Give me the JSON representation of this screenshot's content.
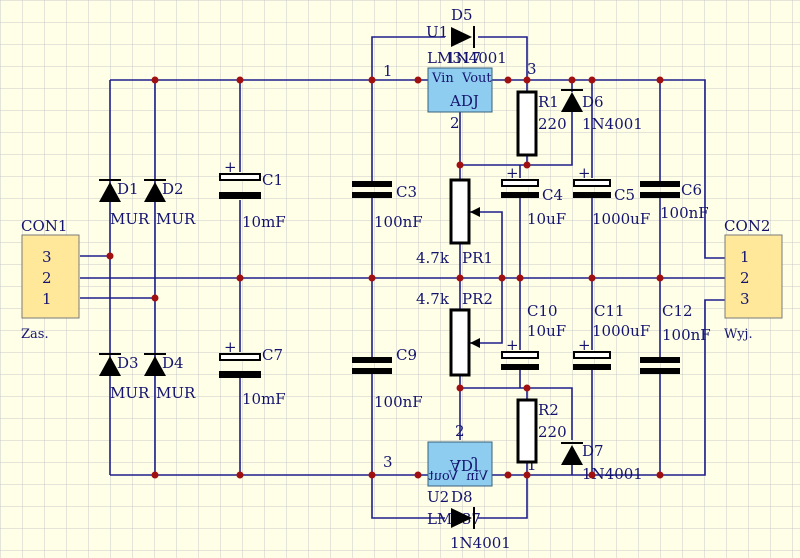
{
  "connectors": {
    "con1": {
      "ref": "CON1",
      "pins": [
        "3",
        "2",
        "1"
      ],
      "name": "Zas."
    },
    "con2": {
      "ref": "CON2",
      "pins": [
        "1",
        "2",
        "3"
      ],
      "name": "Wyj."
    }
  },
  "diodes": {
    "d1": {
      "ref": "D1",
      "value": "MUR"
    },
    "d2": {
      "ref": "D2",
      "value": "MUR"
    },
    "d3": {
      "ref": "D3",
      "value": "MUR"
    },
    "d4": {
      "ref": "D4",
      "value": "MUR"
    },
    "d5": {
      "ref": "D5",
      "value": "1N4001"
    },
    "d6": {
      "ref": "D6",
      "value": "1N4001"
    },
    "d7": {
      "ref": "D7",
      "value": "1N4001"
    },
    "d8": {
      "ref": "D8",
      "value": "1N4001"
    }
  },
  "capacitors": {
    "c1": {
      "ref": "C1",
      "value": "10mF"
    },
    "c3": {
      "ref": "C3",
      "value": "100nF"
    },
    "c4": {
      "ref": "C4",
      "value": "10uF"
    },
    "c5": {
      "ref": "C5",
      "value": "1000uF"
    },
    "c6": {
      "ref": "C6",
      "value": "100nF"
    },
    "c7": {
      "ref": "C7",
      "value": "10mF"
    },
    "c9": {
      "ref": "C9",
      "value": "100nF"
    },
    "c10": {
      "ref": "C10",
      "value": "10uF"
    },
    "c11": {
      "ref": "C11",
      "value": "1000uF"
    },
    "c12": {
      "ref": "C12",
      "value": "100nF"
    }
  },
  "resistors": {
    "r1": {
      "ref": "R1",
      "value": "220"
    },
    "r2": {
      "ref": "R2",
      "value": "220"
    },
    "pr1": {
      "ref": "PR1",
      "value": "4.7k"
    },
    "pr2": {
      "ref": "PR2",
      "value": "4.7k"
    }
  },
  "regulators": {
    "u1": {
      "ref": "U1",
      "part": "LM317",
      "vin": "Vin",
      "vout": "Vout",
      "adj": "ADJ",
      "pin_in": "1",
      "pin_out": "3",
      "pin_adj": "2"
    },
    "u2": {
      "ref": "U2",
      "part": "LM337",
      "vin": "Vin",
      "vout": "Vout",
      "adj": "ADJ",
      "pin_in": "3",
      "pin_out": "1",
      "pin_adj": "2"
    }
  },
  "colors": {
    "background": "#ffffe8",
    "grid": "#c9c9c9",
    "wire": "#1e1e8c",
    "junction": "#a01010",
    "component": "#000000",
    "regulator_fill": "#8ecdf0",
    "connector_fill": "#ffe89a",
    "text": "#14146e"
  }
}
